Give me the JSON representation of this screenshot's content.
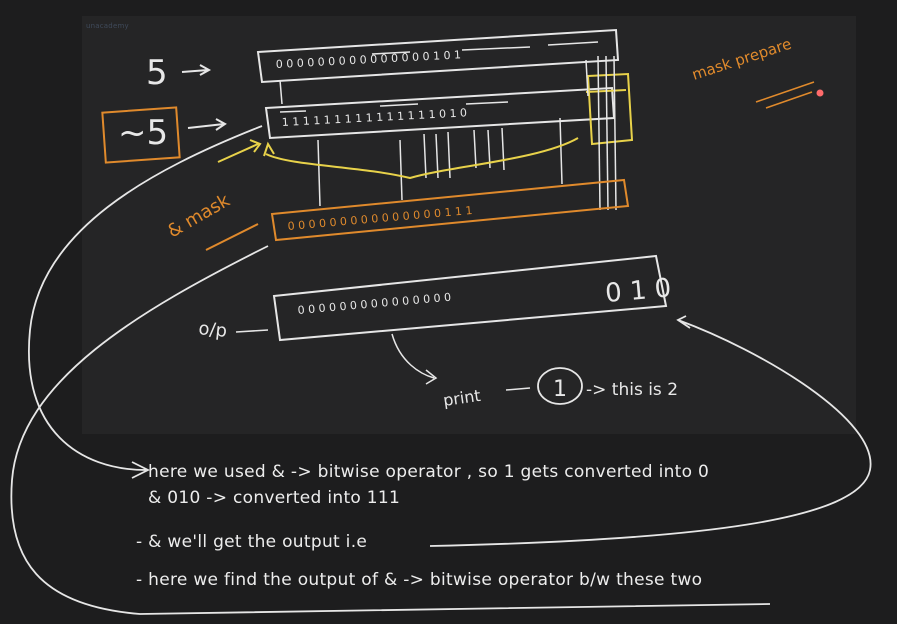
{
  "brand": "unacademy",
  "labels": {
    "five": "5",
    "not_five": "~5",
    "mask": "& mask",
    "mask_prepare": "mask prepare",
    "output": "o/p",
    "print": "print",
    "one": "1",
    "this_is_2": "-> this is 2"
  },
  "rows": {
    "five_bits": "0 0 0 0 0 0 0 0 0 0 0 0 0 0 0 1 0 1",
    "not_bits": "1 1 1 1 1 1 1 1 1 1 1 1 1 1 1 0 1 0",
    "mask_bits": "0 0 0 0 0 0 0 0 0 0 0 0 0 0 0 1 1 1",
    "output_bits": "0 0 0 0 0 0 0 0 0 0 0 0 0 0 0",
    "output_tail": "0 1 0"
  },
  "notes": {
    "line1": "here we used & -> bitwise operator , so 1 gets converted into 0",
    "line2": "& 010 -> converted into 111",
    "line3": "- & we'll get the output i.e",
    "line4": "- here we find the output of & -> bitwise operator b/w these two"
  },
  "colors": {
    "chalk": "#e6e6e6",
    "orange": "#e08a2c",
    "yellow": "#e8d24a",
    "board": "#252526",
    "background": "#1d1d1e"
  }
}
